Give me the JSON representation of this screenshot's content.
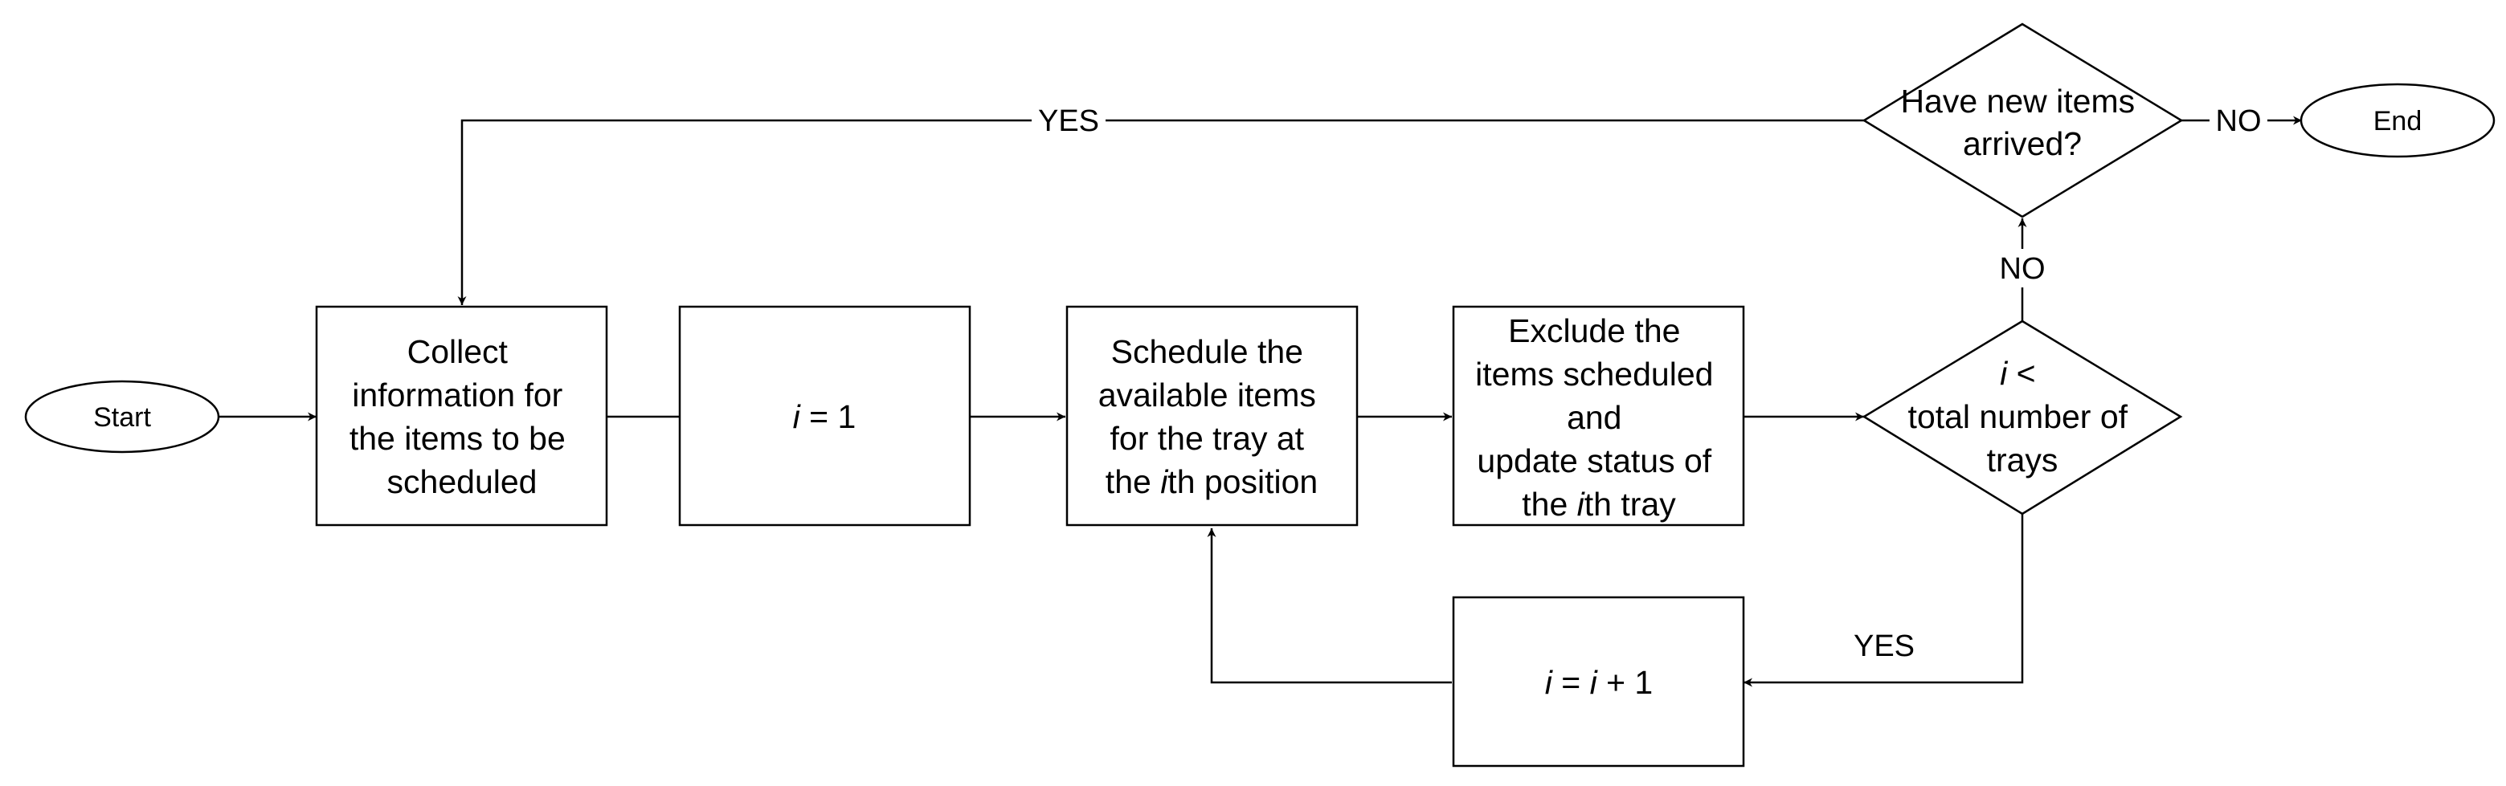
{
  "nodes": {
    "start": {
      "label": "Start"
    },
    "end": {
      "label": "End"
    },
    "collect": {
      "lines": [
        "Collect",
        "information for",
        "the items to be",
        "scheduled"
      ]
    },
    "init": {
      "var": "i",
      "rest": " = 1"
    },
    "schedule": {
      "line1": "Schedule the",
      "line2": "available items",
      "line3": "for the tray at",
      "line4_pre": "the ",
      "line4_var": "i",
      "line4_post": "th position"
    },
    "exclude": {
      "line1": "Exclude the",
      "line2": "items scheduled",
      "line3": "and",
      "line4": "update status of",
      "line5_pre": "the ",
      "line5_var": "i",
      "line5_post": "th tray"
    },
    "check_trays": {
      "line1_var": "i",
      "line1_post": " <",
      "line2": "total number of",
      "line3": "trays"
    },
    "check_new": {
      "lines": [
        "Have new items",
        "arrived?"
      ]
    },
    "increment": {
      "var1": "i",
      "mid": " = ",
      "var2": "i",
      "post": " + 1"
    }
  },
  "edges": {
    "new_yes": "YES",
    "new_no": "NO",
    "trays_no": "NO",
    "trays_yes": "YES"
  }
}
